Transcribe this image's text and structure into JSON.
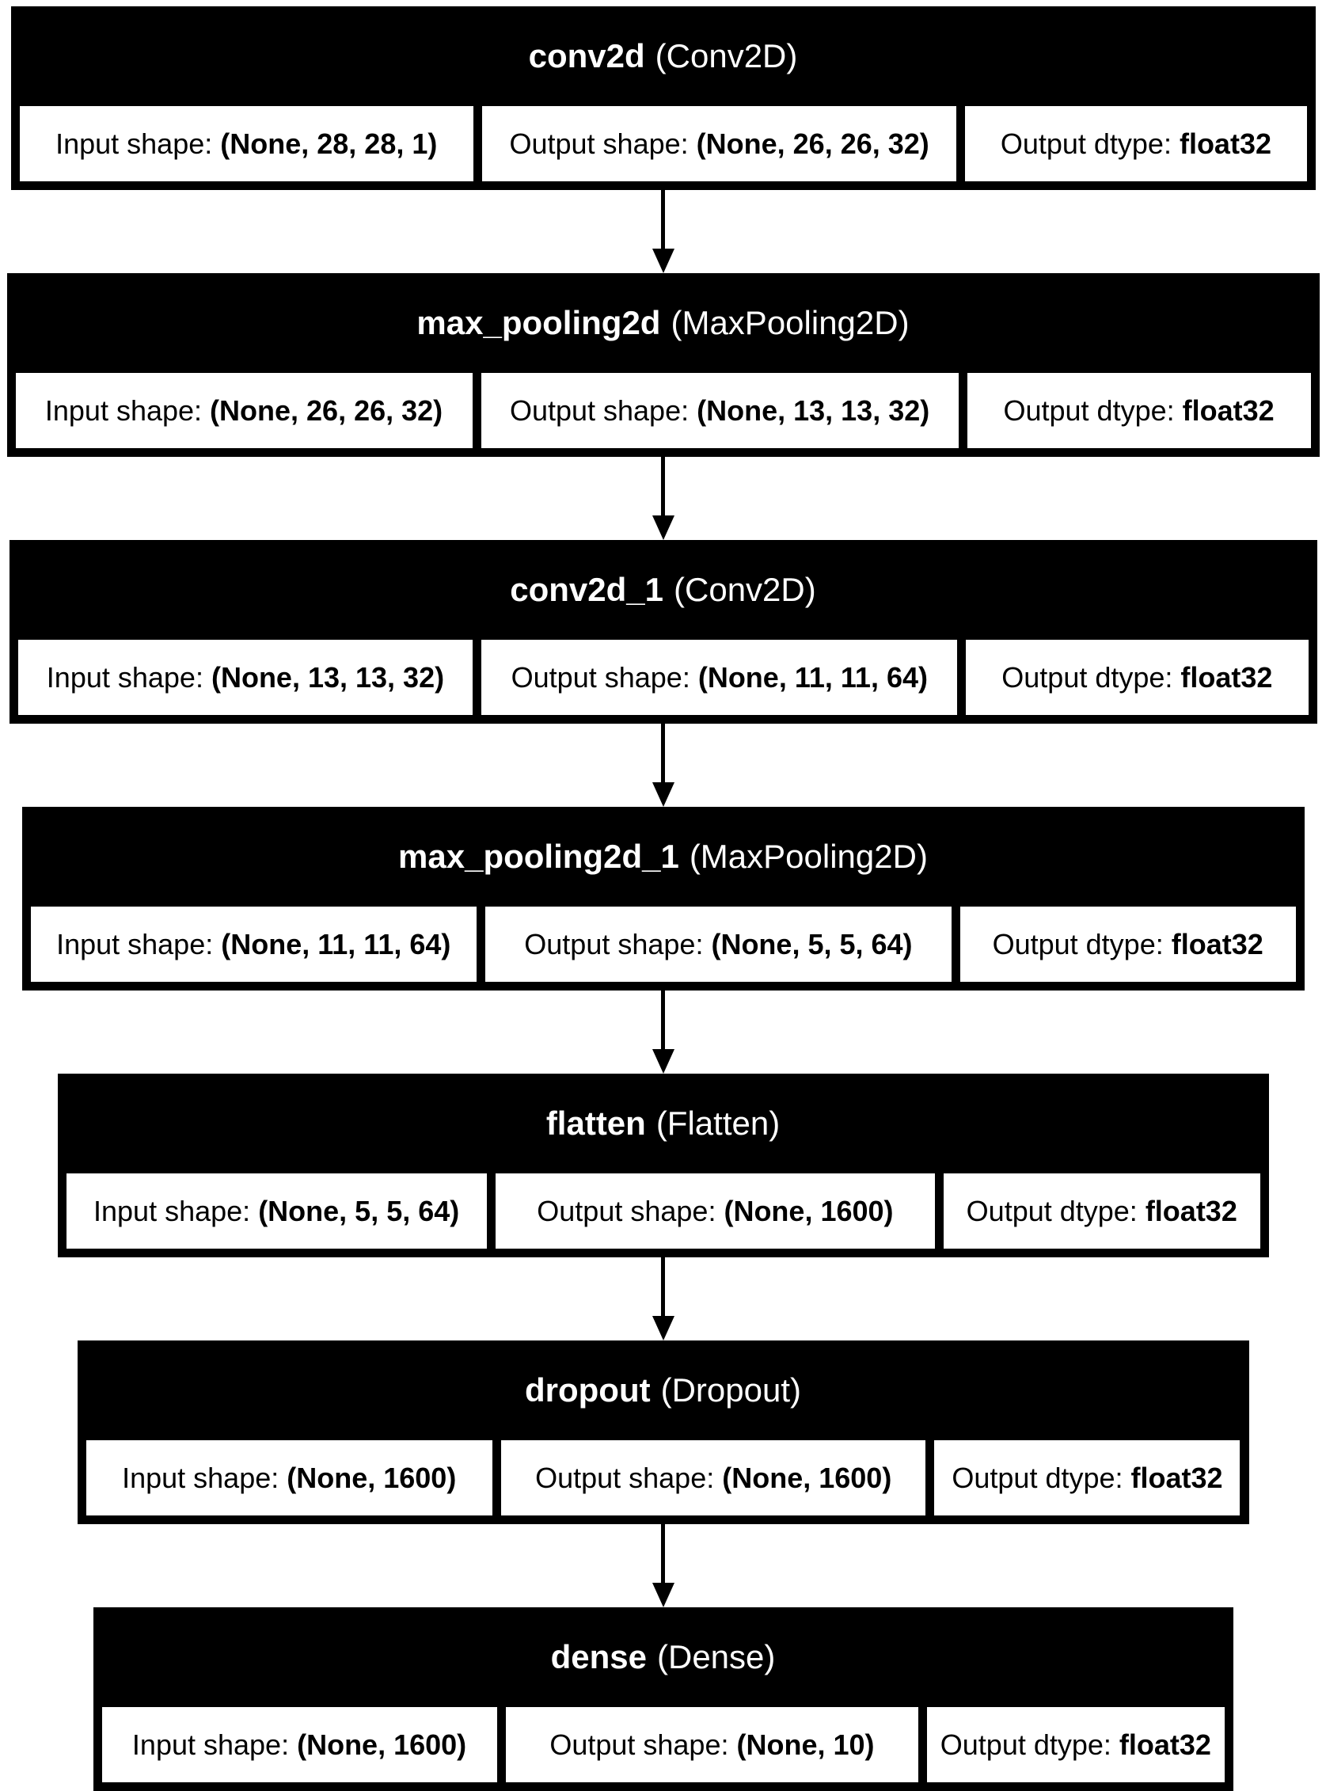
{
  "diagram": {
    "kind": "keras-model-plot",
    "colors": {
      "node_background": "#000000",
      "node_title_text": "#ffffff",
      "cell_background": "#ffffff",
      "cell_text": "#000000",
      "arrow": "#000000",
      "page_background": "#ffffff"
    },
    "field_labels": {
      "input": "Input shape:",
      "output": "Output shape:",
      "dtype": "Output dtype:"
    },
    "layers": [
      {
        "name": "conv2d",
        "type_label": "(Conv2D)",
        "input_shape": "(None, 28, 28, 1)",
        "output_shape": "(None, 26, 26, 32)",
        "output_dtype": "float32"
      },
      {
        "name": "max_pooling2d",
        "type_label": "(MaxPooling2D)",
        "input_shape": "(None, 26, 26, 32)",
        "output_shape": "(None, 13, 13, 32)",
        "output_dtype": "float32"
      },
      {
        "name": "conv2d_1",
        "type_label": "(Conv2D)",
        "input_shape": "(None, 13, 13, 32)",
        "output_shape": "(None, 11, 11, 64)",
        "output_dtype": "float32"
      },
      {
        "name": "max_pooling2d_1",
        "type_label": "(MaxPooling2D)",
        "input_shape": "(None, 11, 11, 64)",
        "output_shape": "(None, 5, 5, 64)",
        "output_dtype": "float32"
      },
      {
        "name": "flatten",
        "type_label": "(Flatten)",
        "input_shape": "(None, 5, 5, 64)",
        "output_shape": "(None, 1600)",
        "output_dtype": "float32"
      },
      {
        "name": "dropout",
        "type_label": "(Dropout)",
        "input_shape": "(None, 1600)",
        "output_shape": "(None, 1600)",
        "output_dtype": "float32"
      },
      {
        "name": "dense",
        "type_label": "(Dense)",
        "input_shape": "(None, 1600)",
        "output_shape": "(None, 10)",
        "output_dtype": "float32"
      }
    ]
  }
}
